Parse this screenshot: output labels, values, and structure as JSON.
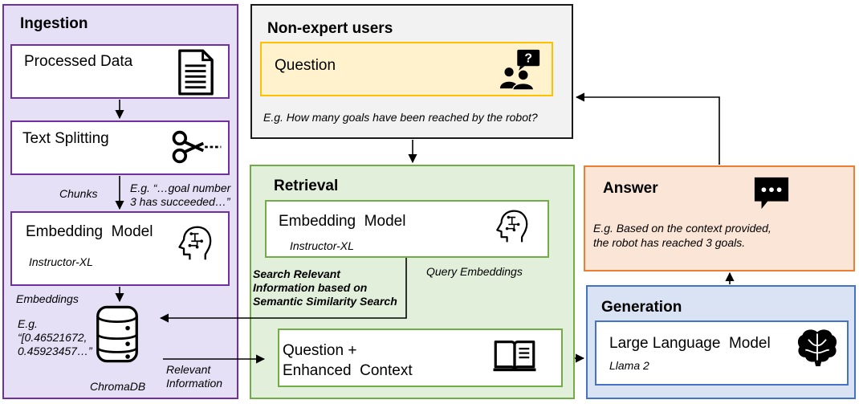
{
  "ingestion": {
    "title": "Ingestion",
    "processed_data": "Processed Data",
    "text_splitting": "Text Splitting",
    "chunks_label": "Chunks",
    "chunk_example_line1": "E.g. “…goal number",
    "chunk_example_line2": "3 has succeeded…”",
    "embedding_model": "Embedding  Model",
    "embedding_model_sub": "Instructor-XL",
    "embeddings_label": "Embeddings",
    "embedding_example_line1": "E.g.",
    "embedding_example_line2": "“[0.46521672,",
    "embedding_example_line3": "0.45923457…”",
    "db_label": "ChromaDB",
    "relevant_info_line1": "Relevant",
    "relevant_info_line2": "Information"
  },
  "users": {
    "title": "Non-expert users",
    "question": "Question",
    "example": "E.g. How many goals have been reached by the robot?"
  },
  "retrieval": {
    "title": "Retrieval",
    "embedding_model": "Embedding  Model",
    "embedding_model_sub": "Instructor-XL",
    "query_embeddings": "Query Embeddings",
    "search_line1": "Search Relevant",
    "search_line2": "Information based on",
    "search_line3": "Semantic Similarity Search",
    "context_line1": "Question +",
    "context_line2": "Enhanced  Context"
  },
  "answer": {
    "title": "Answer",
    "example_line1": "E.g. Based on the context provided,",
    "example_line2": "the robot has reached 3 goals."
  },
  "generation": {
    "title": "Generation",
    "llm": "Large Language  Model",
    "llm_sub": "Llama 2"
  },
  "colors": {
    "ingestion_border": "#7030a0",
    "ingestion_fill": "#e6e0f7",
    "users_fill": "#f2f2f2",
    "question_fill": "#fff2cc",
    "question_border": "#ffc000",
    "retrieval_fill": "#e2efda",
    "retrieval_border": "#70ad47",
    "answer_fill": "#fbe5d6",
    "answer_border": "#ed7d31",
    "generation_fill": "#dae3f3",
    "generation_border": "#4472c4"
  },
  "icons": [
    "document-icon",
    "scissors-icon",
    "ai-head-icon",
    "database-icon",
    "users-question-icon",
    "chat-bubble-icon",
    "book-icon",
    "brain-icon"
  ]
}
